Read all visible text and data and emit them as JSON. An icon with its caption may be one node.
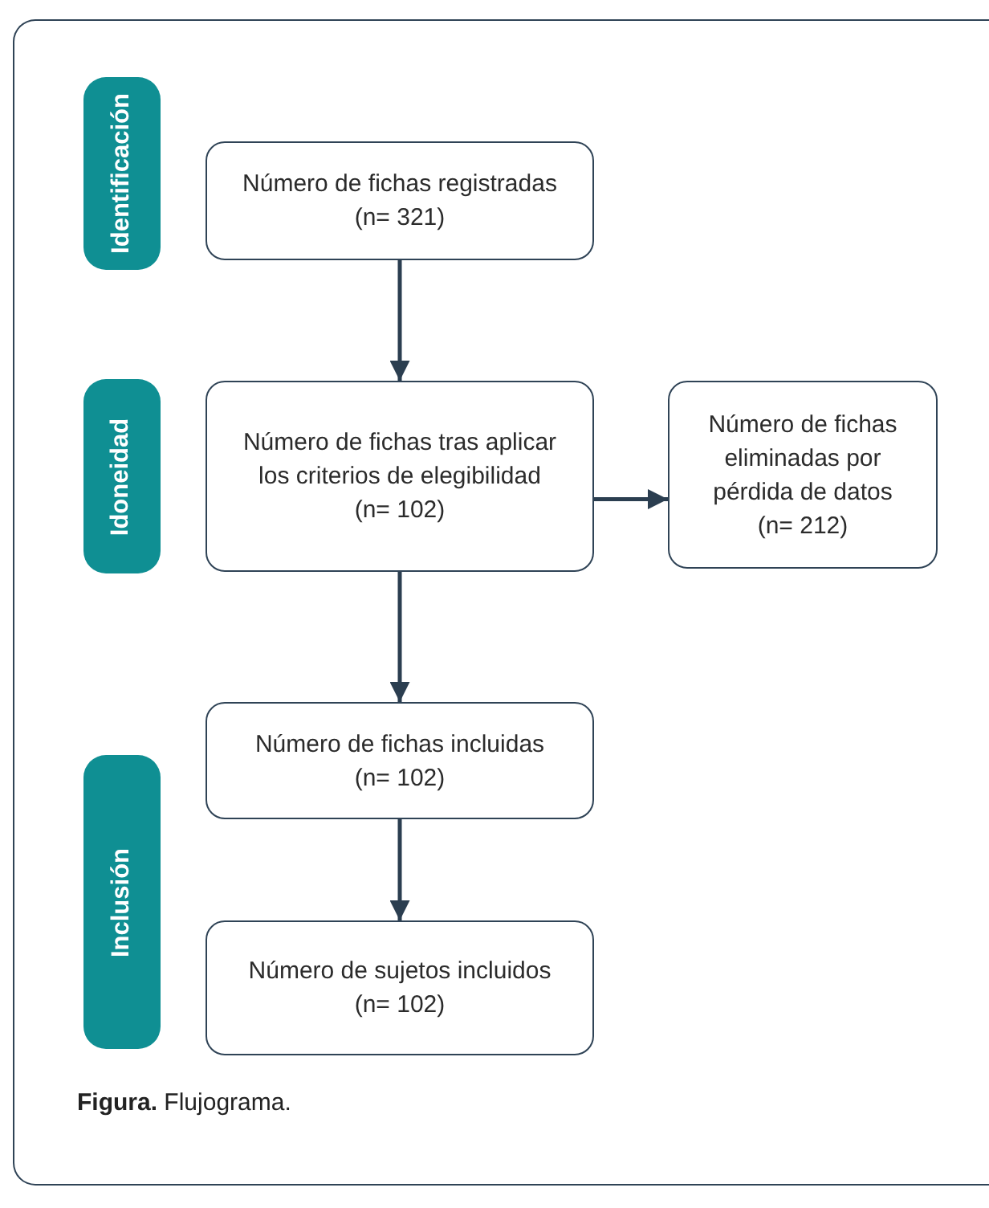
{
  "diagram": {
    "caption": "**Figura.** Flujograma.",
    "nodes": [
      {
        "text": [
          "Identificación"
        ]
      },
      {
        "text": [
          "Número de fichas registradas",
          "(n= 321)"
        ]
      },
      {
        "text": [
          "Idoneidad"
        ]
      },
      {
        "text": [
          "Número de fichas tras aplicar los criterios de elegibilidad",
          "(n= 102)"
        ]
      },
      {
        "text": [
          "Número de fichas eliminadas por pérdida de datos",
          "(n= 212)"
        ]
      },
      {
        "text": [
          "Inclusión"
        ]
      },
      {
        "text": [
          "Número de fichas incluidas",
          "(n= 102)"
        ]
      },
      {
        "text": [
          "Número de sujetos incluidos",
          "(n= 102)"
        ]
      }
    ],
    "edges": [
      {
        "from": 1,
        "to": 3,
        "arrow": "to"
      },
      {
        "from": 3,
        "to": 4,
        "arrow": "to"
      },
      {
        "from": 3,
        "to": 6,
        "arrow": "to"
      },
      {
        "from": 6,
        "to": 7,
        "arrow": "to"
      }
    ]
  }
}
